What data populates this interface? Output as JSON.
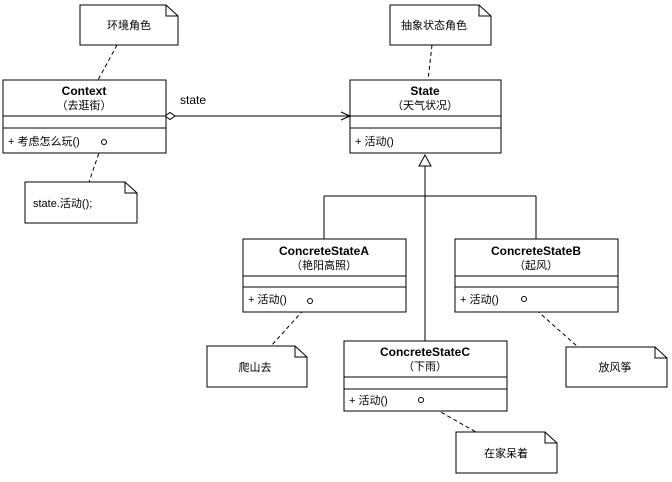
{
  "notes": {
    "context_role": "环境角色",
    "state_role": "抽象状态角色",
    "context_op_note": "state.活动();",
    "a_note": "爬山去",
    "b_note": "放风筝",
    "c_note": "在家呆着"
  },
  "association_label": "state",
  "classes": {
    "context": {
      "name": "Context",
      "sub": "（去逛街）",
      "op": "+ 考虑怎么玩()"
    },
    "state": {
      "name": "State",
      "sub": "（天气状况）",
      "op": "+ 活动()"
    },
    "a": {
      "name": "ConcreteStateA",
      "sub": "（艳阳高照）",
      "op": "+ 活动()"
    },
    "b": {
      "name": "ConcreteStateB",
      "sub": "（起风）",
      "op": "+ 活动()"
    },
    "c": {
      "name": "ConcreteStateC",
      "sub": "（下雨）",
      "op": "+ 活动()"
    }
  }
}
